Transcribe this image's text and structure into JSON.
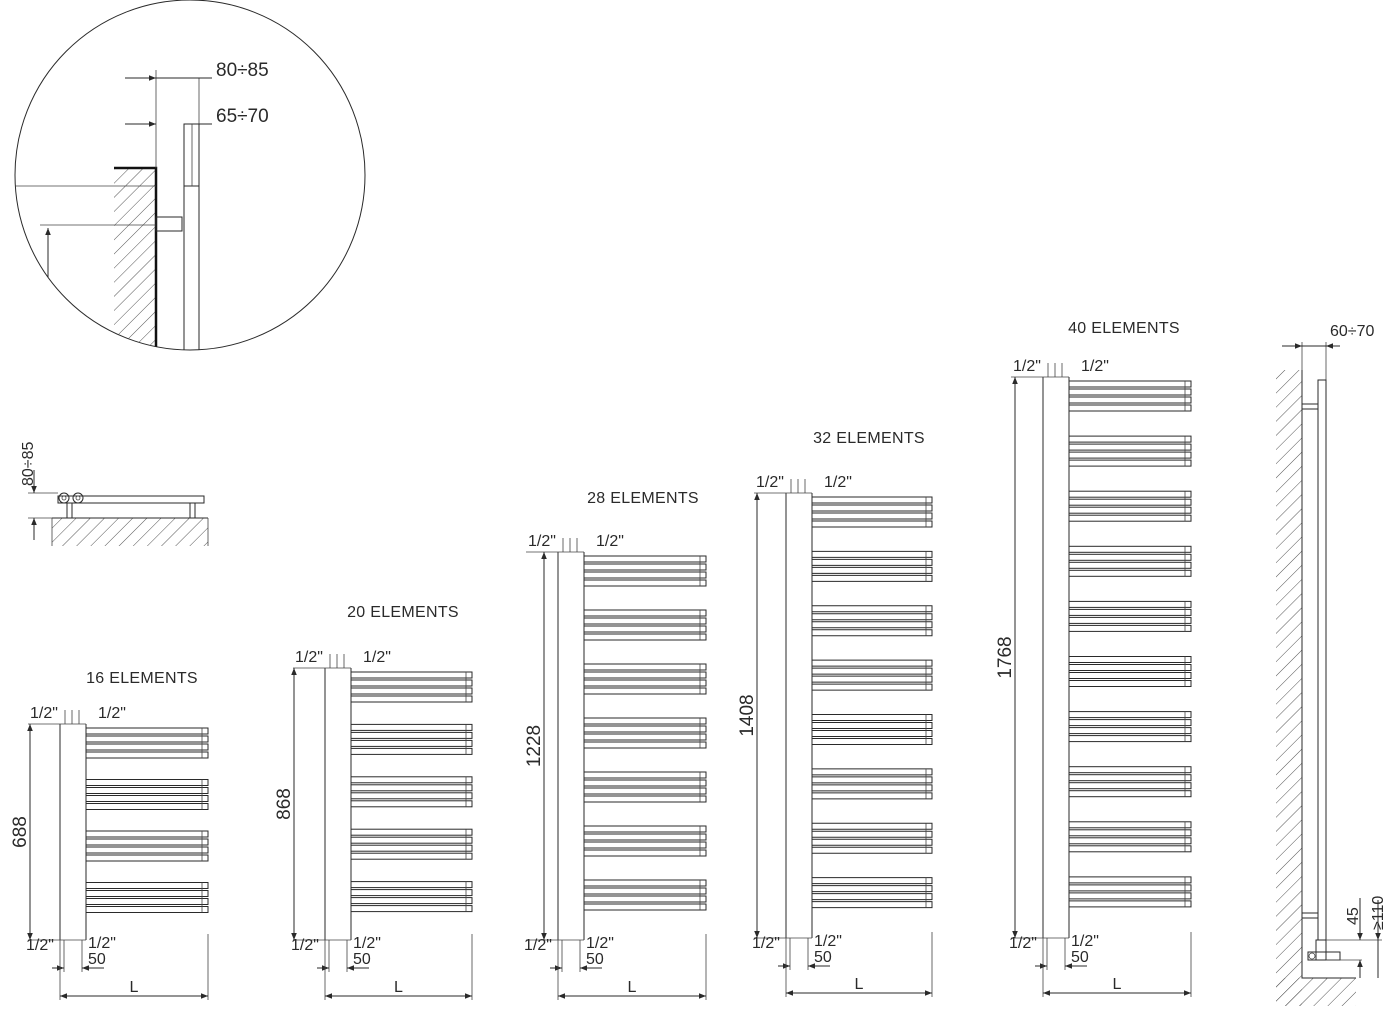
{
  "detail": {
    "dim_outer": "80÷85",
    "dim_inner": "65÷70"
  },
  "top_view": {
    "dim": "80÷85"
  },
  "side_view": {
    "dim_depth": "60÷70",
    "dim_45": "45",
    "dim_110": "≥110"
  },
  "models": [
    {
      "title": "16 ELEMENTS",
      "height": "688",
      "groups": 4,
      "conn_top_left": "1/2\"",
      "conn_top_right": "1/2\"",
      "conn_bot_left": "1/2\"",
      "conn_bot_right": "1/2\"",
      "offset": "50",
      "width_label": "L"
    },
    {
      "title": "20 ELEMENTS",
      "height": "868",
      "groups": 5,
      "conn_top_left": "1/2\"",
      "conn_top_right": "1/2\"",
      "conn_bot_left": "1/2\"",
      "conn_bot_right": "1/2\"",
      "offset": "50",
      "width_label": "L"
    },
    {
      "title": "28 ELEMENTS",
      "height": "1228",
      "groups": 7,
      "conn_top_left": "1/2\"",
      "conn_top_right": "1/2\"",
      "conn_bot_left": "1/2\"",
      "conn_bot_right": "1/2\"",
      "offset": "50",
      "width_label": "L"
    },
    {
      "title": "32 ELEMENTS",
      "height": "1408",
      "groups": 8,
      "conn_top_left": "1/2\"",
      "conn_top_right": "1/2\"",
      "conn_bot_left": "1/2\"",
      "conn_bot_right": "1/2\"",
      "offset": "50",
      "width_label": "L"
    },
    {
      "title": "40 ELEMENTS",
      "height": "1768",
      "groups": 10,
      "conn_top_left": "1/2\"",
      "conn_top_right": "1/2\"",
      "conn_bot_left": "1/2\"",
      "conn_bot_right": "1/2\"",
      "offset": "50",
      "width_label": "L"
    }
  ]
}
